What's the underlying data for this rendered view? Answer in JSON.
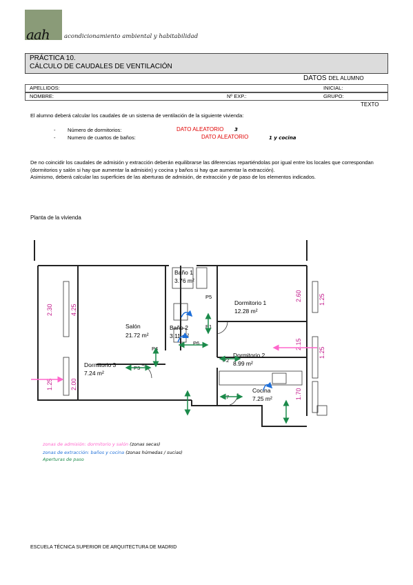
{
  "header": {
    "logo_text": "aah",
    "tagline": "acondicionamiento ambiental y habitabilidad"
  },
  "title": {
    "line1": "PRÁCTICA 10.",
    "line2": "CÁLCULO DE CAUDALES DE VENTILACIÓN"
  },
  "student": {
    "datos_label": "DATOS",
    "datos_suffix": "DEL ALUMNO",
    "apellidos_label": "APELLIDOS:",
    "inicial_label": "INICIAL:",
    "nombre_label": "NOMBRE:",
    "exp_label": "Nº EXP.:",
    "grupo_label": "GRUPO:",
    "texto_label": "TEXTO"
  },
  "body": {
    "intro": "El alumno deberá calcular los caudales de un sistema de ventilación  de la siguiente vivienda:",
    "bullet1_label": "Número de dormitorios:",
    "bullet1_value": "DATO ALEATORIO",
    "bullet1_hand": "3",
    "bullet2_label": "Numero de cuartos de baños:",
    "bullet2_value": "DATO ALEATORIO",
    "bullet2_hand": "1 y cocina",
    "para1": "De no coincidir los caudales de admisión y extracción deberán equilibrarse las diferencias repartiéndolas por igual entre los locales que correspondan (dormitorios y salón si hay que aumentar la admisión) y cocina y baños si hay que aumentar la extracción).",
    "para2": "Asimismo, deberá calcular las superficies de las aberturas de admisión, de extracción y de paso de los elementos indicados.",
    "plan_label": "Planta de la vivienda"
  },
  "plan": {
    "rooms": {
      "bano1_name": "Baño 1",
      "bano1_area": "3.76 m²",
      "bano2_name": "Baño 2",
      "bano2_area": "3.11 m²",
      "dorm1_name": "Dormitorio 1",
      "dorm1_area": "12.28 m²",
      "salon_name": "Salón",
      "salon_area": "21.72 m²",
      "dorm2_name": "Dormitorio 2",
      "dorm2_area": "8.99 m²",
      "dorm3_name": "Dormitorio 3",
      "dorm3_area": "7.24 m²",
      "cocina_name": "Cocina",
      "cocina_area": "7.25 m²"
    },
    "passages": {
      "p1": "P1",
      "p2": "P2",
      "p3": "P3",
      "p4": "P4",
      "p5": "P5",
      "p6": "P6",
      "p7": "P7"
    },
    "dims": {
      "d230": "2.30",
      "d425": "4.25",
      "d125a": "1.25",
      "d200": "2.00",
      "d260": "2.60",
      "d125b": "1.25",
      "d215": "2.15",
      "d125c": "1.25",
      "d170": "1.70"
    },
    "colors": {
      "admission": "#ff66cc",
      "extraction": "#1e6fd9",
      "passage": "#1b8a4a",
      "dimension": "#c2188a"
    }
  },
  "legend": {
    "line1": "zonas de admisión: dormitorio y salón",
    "line1_suffix": "(zonas secas)",
    "line2": "zonas de extracción: baños y cocina",
    "line2_suffix": "(zonas húmedas / sucias)",
    "line3": "Aperturas de paso"
  },
  "footer": "ESCUELA TÉCNICA SUPERIOR DE ARQUITECTURA DE MADRID"
}
